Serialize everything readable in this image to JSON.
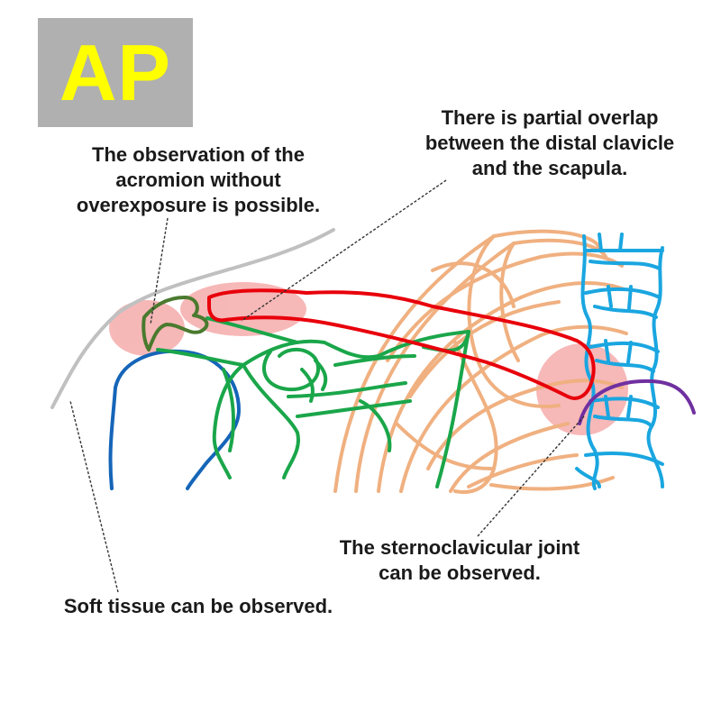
{
  "view_label": "AP",
  "annotations": {
    "acromion": "The observation of the\nacromion without\noverexposure is possible.",
    "overlap": "There is partial overlap\nbetween the distal clavicle\nand the scapula.",
    "sternoclavicular": "The sternoclavicular joint\ncan be observed.",
    "soft_tissue": "Soft tissue can be observed."
  },
  "colors": {
    "badge_bg": "#b0b0b0",
    "badge_text": "#ffff00",
    "clavicle": "#e8000b",
    "scapula": "#1aa64a",
    "acromion": "#4a7a2e",
    "humerus": "#1565b8",
    "ribs": "#f0b080",
    "vertebrae": "#1aa6e0",
    "soft_tissue": "#c0c0c0",
    "manubrium": "#7030a0",
    "highlight": "#f4a0a0"
  }
}
